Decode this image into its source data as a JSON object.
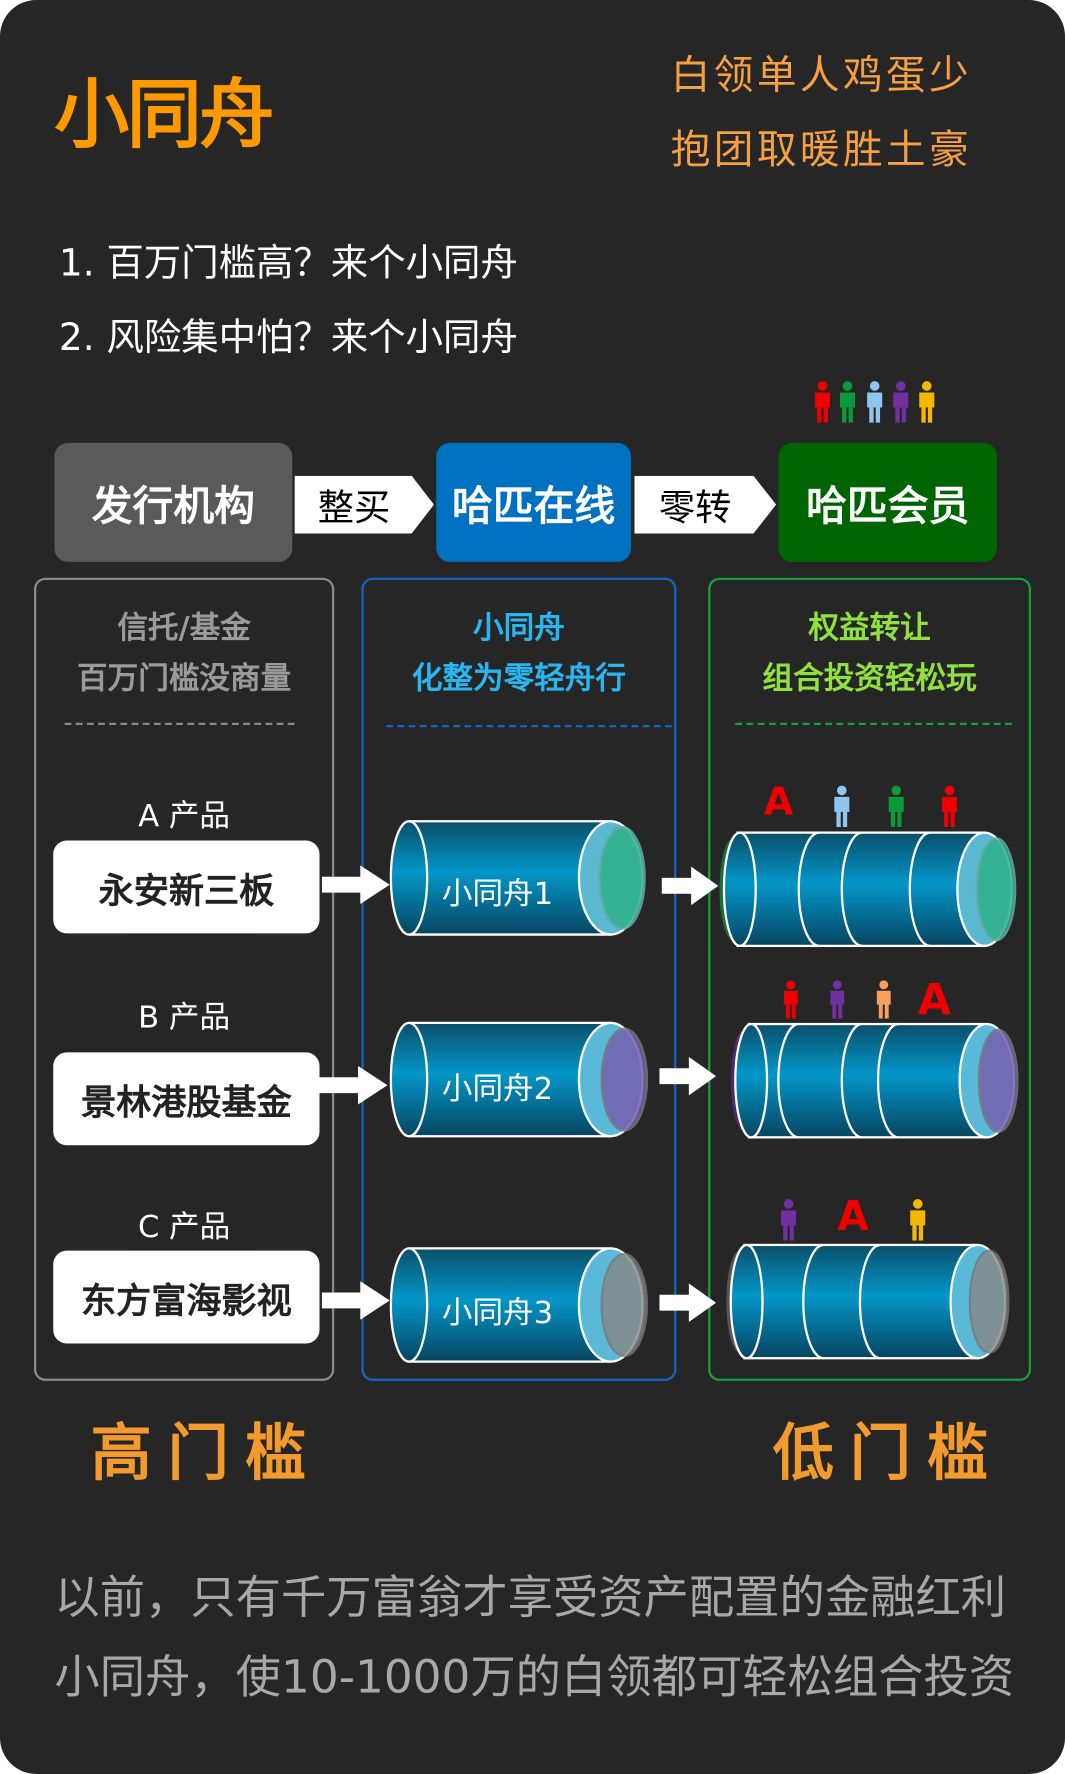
{
  "header": {
    "title": "小同舟",
    "slogan": [
      "白领单人鸡蛋少",
      "抱团取暖胜土豪"
    ],
    "questions": [
      "1. 百万门槛高？来个小同舟",
      "2. 风险集中怕？来个小同舟"
    ]
  },
  "flow": {
    "issuer": "发行机构",
    "buy_label": "整买",
    "platform": "哈匹在线",
    "split_label": "零转",
    "members": "哈匹会员"
  },
  "panels": {
    "left": {
      "title": [
        "信托/基金",
        "百万门槛没商量"
      ]
    },
    "middle": {
      "title": [
        "小同舟",
        "化整为零轻舟行"
      ]
    },
    "right": {
      "title": [
        "权益转让",
        "组合投资轻松玩"
      ]
    }
  },
  "products": [
    {
      "label": "A 产品",
      "name": "永安新三板",
      "boat": "小同舟1"
    },
    {
      "label": "B 产品",
      "name": "景林港股基金",
      "boat": "小同舟2"
    },
    {
      "label": "C 产品",
      "name": "东方富海影视",
      "boat": "小同舟3"
    }
  ],
  "threshold": {
    "high": "高门槛",
    "low": "低门槛"
  },
  "footer": [
    "以前，只有千万富翁才享受资产配置的金融红利",
    "小同舟，使10-1000万的白领都可轻松组合投资"
  ],
  "colors": {
    "background": "#262626",
    "orange": "#ff9900",
    "issuer": "#5a5a5a",
    "platform": "#0070c0",
    "members": "#006400"
  },
  "logo_letter": "A"
}
